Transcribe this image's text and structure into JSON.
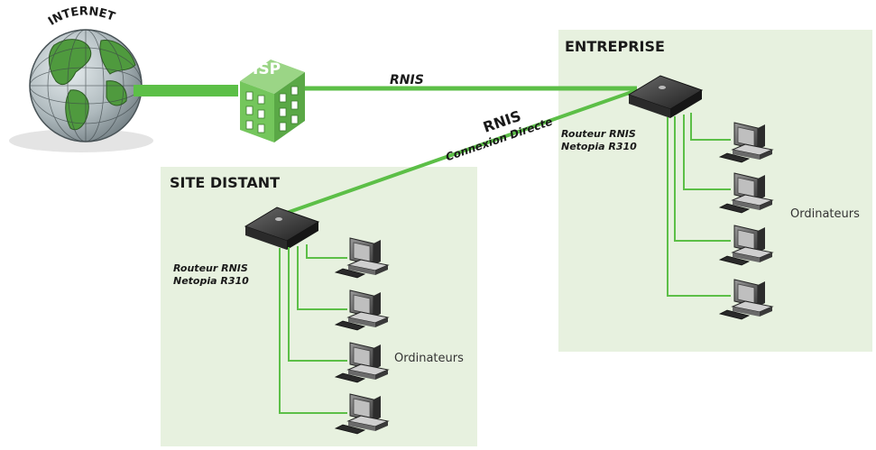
{
  "internet": {
    "label": "INTERNET"
  },
  "isp": {
    "label": "ISP"
  },
  "links": {
    "rnis_label": "RNIS",
    "direct_title": "RNIS",
    "direct_subtitle": "Connexion Directe"
  },
  "entreprise": {
    "title": "ENTREPRISE",
    "router_line1": "Routeur RNIS",
    "router_line2": "Netopia R310",
    "computers_label": "Ordinateurs",
    "computer_count": 4
  },
  "site_distant": {
    "title": "SITE DISTANT",
    "router_line1": "Routeur RNIS",
    "router_line2": "Netopia R310",
    "computers_label": "Ordinateurs",
    "computer_count": 4
  },
  "colors": {
    "panel": "#e7f1df",
    "link": "#5cbf47",
    "isp_building": "#74c65c",
    "globe_ocean": "#b9c4c8",
    "globe_land": "#4f9a3e"
  }
}
